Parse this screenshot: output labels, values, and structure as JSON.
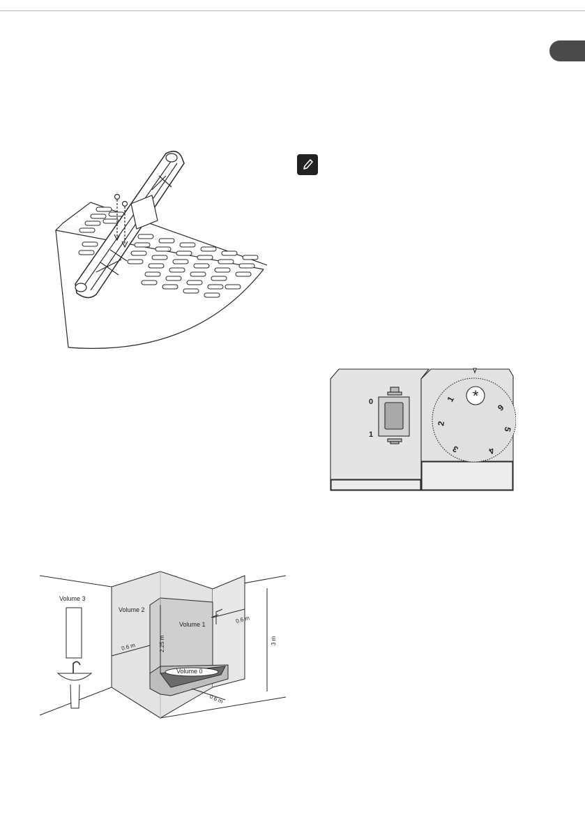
{
  "header": {
    "language_tab": ""
  },
  "note": {
    "icon": "pencil-note-icon"
  },
  "control_panel": {
    "switch_label_off": "0",
    "switch_label_on": "1",
    "dial_numbers": [
      "1",
      "2",
      "3",
      "4",
      "5",
      "6"
    ],
    "frost_symbol": "*"
  },
  "bathroom": {
    "volume3": "Volume 3",
    "volume2": "Volume 2",
    "volume1": "Volume 1",
    "volume0": "Volume 0",
    "height_225": "2.25 m",
    "dist_left": "0.6 m",
    "dist_right": "0.6 m",
    "dist_bottom": "0.6 m",
    "height_3": "3 m"
  },
  "colors": {
    "tab": "#4a4a4a",
    "panel": "#e2e2e2",
    "line": "#2a2a2a"
  }
}
